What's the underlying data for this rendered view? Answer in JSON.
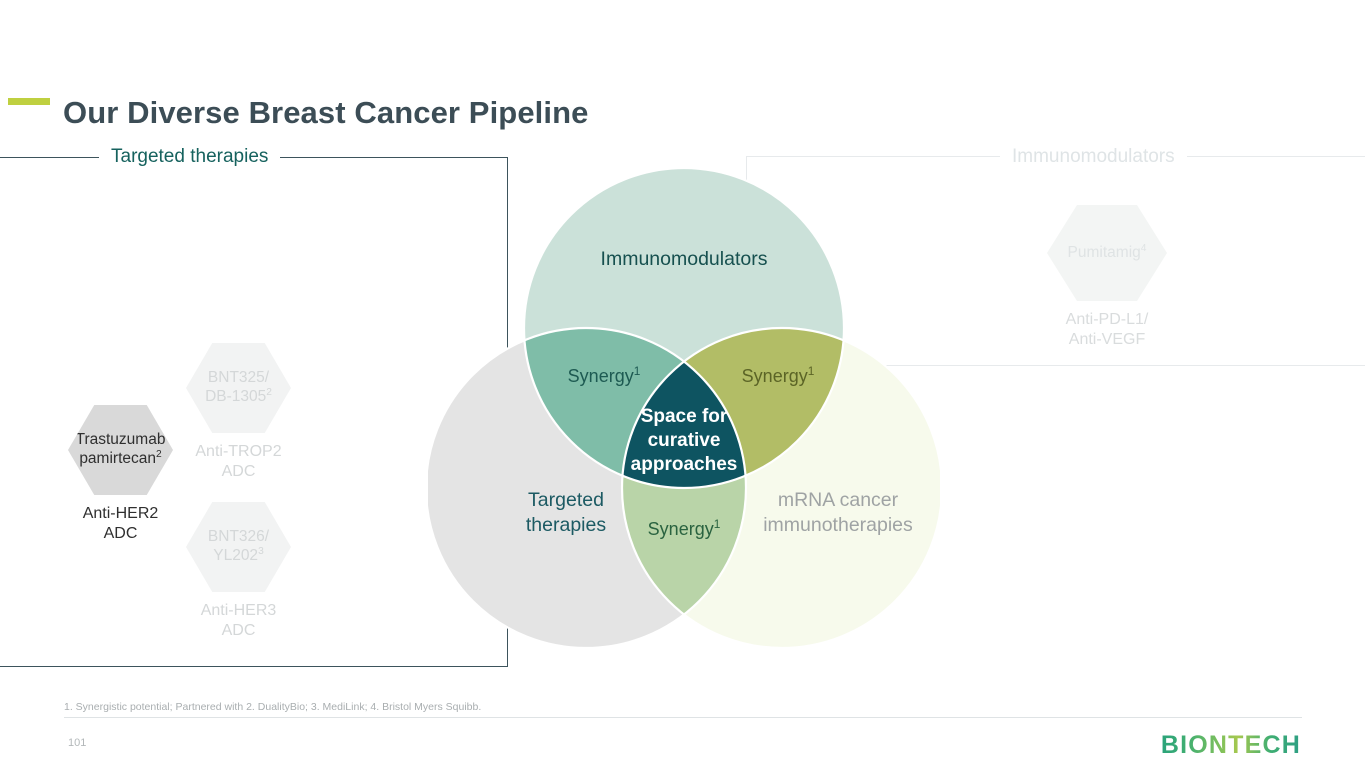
{
  "title": "Our Diverse Breast Cancer Pipeline",
  "accent_color": "#bfd040",
  "panels": {
    "left": {
      "label": "Targeted therapies"
    },
    "right": {
      "label": "Immunomodulators"
    }
  },
  "hexagons": {
    "trastuzumab": {
      "name": "Trastuzumab pamirtecan",
      "name_line1": "Trastuzumab",
      "name_line2": "pamirtecan",
      "superscript": "2",
      "caption_line1": "Anti-HER2",
      "caption_line2": "ADC"
    },
    "bnt325": {
      "name_line1": "BNT325/",
      "name_line2": "DB-1305",
      "superscript": "2",
      "caption_line1": "Anti-TROP2",
      "caption_line2": "ADC"
    },
    "bnt326": {
      "name_line1": "BNT326/",
      "name_line2": "YL202",
      "superscript": "3",
      "caption_line1": "Anti-HER3",
      "caption_line2": "ADC"
    },
    "pumitamig": {
      "name_line1": "Pumitamig",
      "superscript": "4",
      "caption_line1": "Anti-PD-L1/",
      "caption_line2": "Anti-VEGF"
    }
  },
  "venn": {
    "circles": {
      "immunomodulators": {
        "label": "Immunomodulators",
        "color": "#cbe1d9"
      },
      "targeted": {
        "label_line1": "Targeted",
        "label_line2": "therapies",
        "color": "#e4e4e4"
      },
      "mrna": {
        "label_line1": "mRNA cancer",
        "label_line2": "immunotherapies",
        "color": "#f7faec"
      }
    },
    "overlaps": {
      "immuno_targeted": {
        "label": "Synergy",
        "superscript": "1",
        "color": "#7fbda8"
      },
      "immuno_mrna": {
        "label": "Synergy",
        "superscript": "1",
        "color": "#b2bd66"
      },
      "targeted_mrna": {
        "label": "Synergy",
        "superscript": "1",
        "color": "#b9d4a8"
      },
      "center": {
        "label_line1": "Space for",
        "label_line2": "curative",
        "label_line3": "approaches",
        "color": "#0e5461"
      }
    }
  },
  "footer": {
    "footnote": "1. Synergistic potential; Partnered with 2. DualityBio; 3. MediLink; 4. Bristol Myers Squibb.",
    "page_number": "101",
    "logo": "BIONTECH"
  }
}
